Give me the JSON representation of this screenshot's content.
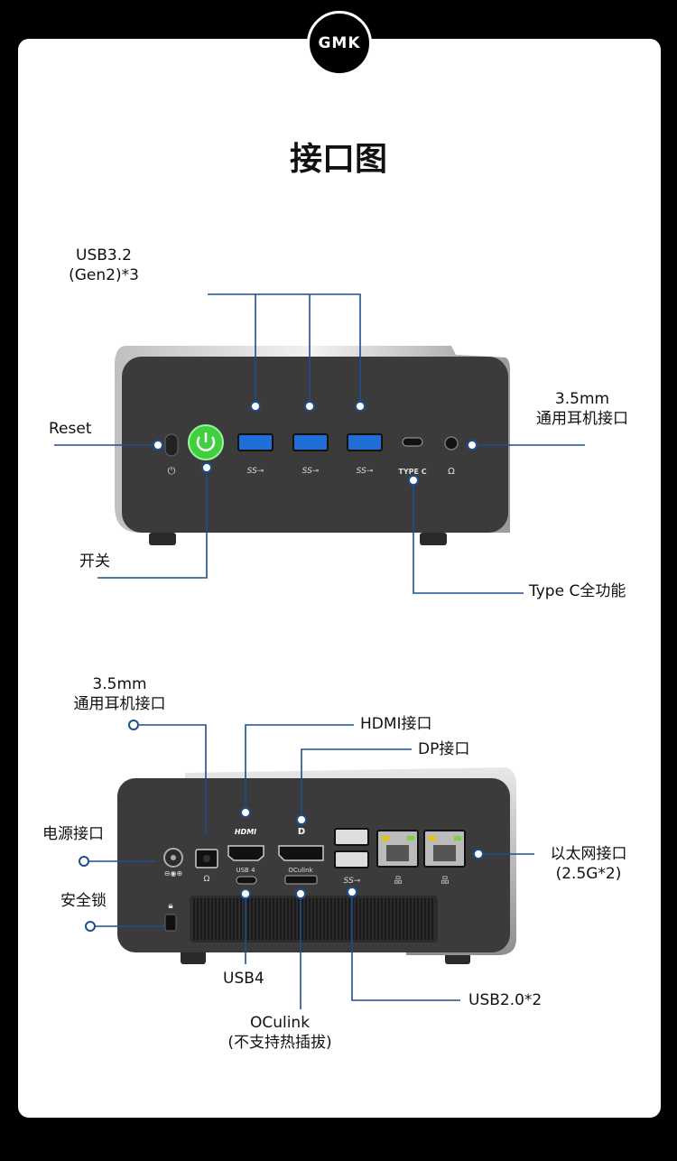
{
  "brand": {
    "logo": "GMK"
  },
  "page": {
    "title": "接口图"
  },
  "front": {
    "usb32_line1": "USB3.2",
    "usb32_line2": "(Gen2)*3",
    "audio_line1": "3.5mm",
    "audio_line2": "通用耳机接口",
    "reset": "Reset",
    "power": "开关",
    "typec_full": "Type C全功能",
    "typec_port_label": "TYPE C"
  },
  "rear": {
    "audio_line1": "3.5mm",
    "audio_line2": "通用耳机接口",
    "hdmi": "HDMI接口",
    "dp": "DP接口",
    "power_port": "电源接口",
    "lock": "安全锁",
    "ethernet_line1": "以太网接口",
    "ethernet_line2": "(2.5G*2)",
    "usb4": "USB4",
    "oculink_line1": "OCulink",
    "oculink_line2": "(不支持热插拔)",
    "usb20": "USB2.0*2",
    "usb4_port_label": "USB 4",
    "oculink_port_label": "OCulink",
    "hdmi_logo": "HDMI"
  },
  "colors": {
    "accent": "#1d4e8f",
    "power_button": "#3fcf3f",
    "device": "#3b3b3b"
  }
}
